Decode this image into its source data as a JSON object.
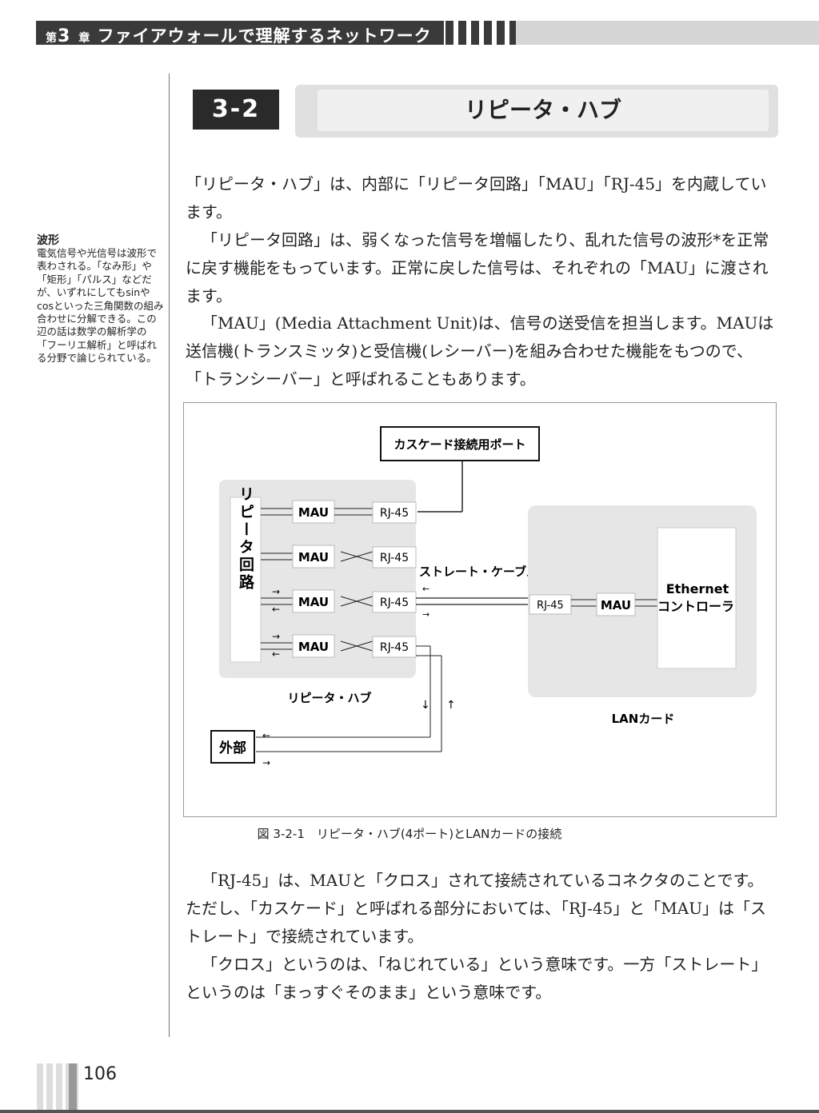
{
  "chapter": {
    "label": "第",
    "number": "3",
    "suffix": "章",
    "title": "ファイアウォールで理解するネットワーク"
  },
  "section": {
    "number": "3-2",
    "title": "リピータ・ハブ"
  },
  "sidebar": {
    "title": "波形",
    "text": "電気信号や光信号は波形で表わされる。「なみ形」や「矩形」「パルス」などだが、いずれにしてもsinやcosといった三角関数の組み合わせに分解できる。この辺の話は数学の解析学の「フーリエ解析」と呼ばれる分野で論じられている。"
  },
  "paragraphs": {
    "p1": "「リピータ・ハブ」は、内部に「リピータ回路」「MAU」「RJ-45」を内蔵しています。",
    "p2": "「リピータ回路」は、弱くなった信号を増幅したり、乱れた信号の波形*を正常に戻す機能をもっています。正常に戻した信号は、それぞれの「MAU」に渡されます。",
    "p3": "「MAU」(Media Attachment Unit)は、信号の送受信を担当します。MAUは送信機(トランスミッタ)と受信機(レシーバー)を組み合わせた機能をもつので、「トランシーバー」と呼ばれることもあります。",
    "p4": "「RJ-45」は、MAUと「クロス」されて接続されているコネクタのことです。ただし、「カスケード」と呼ばれる部分においては、「RJ-45」と「MAU」は「ストレート」で接続されています。",
    "p5": "「クロス」というのは、「ねじれている」という意味です。一方「ストレート」というのは「まっすぐそのまま」という意味です。"
  },
  "figure": {
    "caption": "図 3-2-1　リピータ・ハブ(4ポート)とLANカードの接続",
    "cascade_port": "カスケード接続用ポート",
    "repeater_circuit": "リピータ回路",
    "mau": "MAU",
    "rj45": "RJ-45",
    "straight_cable": "ストレート・ケーブル",
    "repeater_hub": "リピータ・ハブ",
    "external": "外部",
    "ethernet_line1": "Ethernet",
    "ethernet_line2": "コントローラ",
    "lan_card": "LANカード"
  },
  "page_number": "106"
}
